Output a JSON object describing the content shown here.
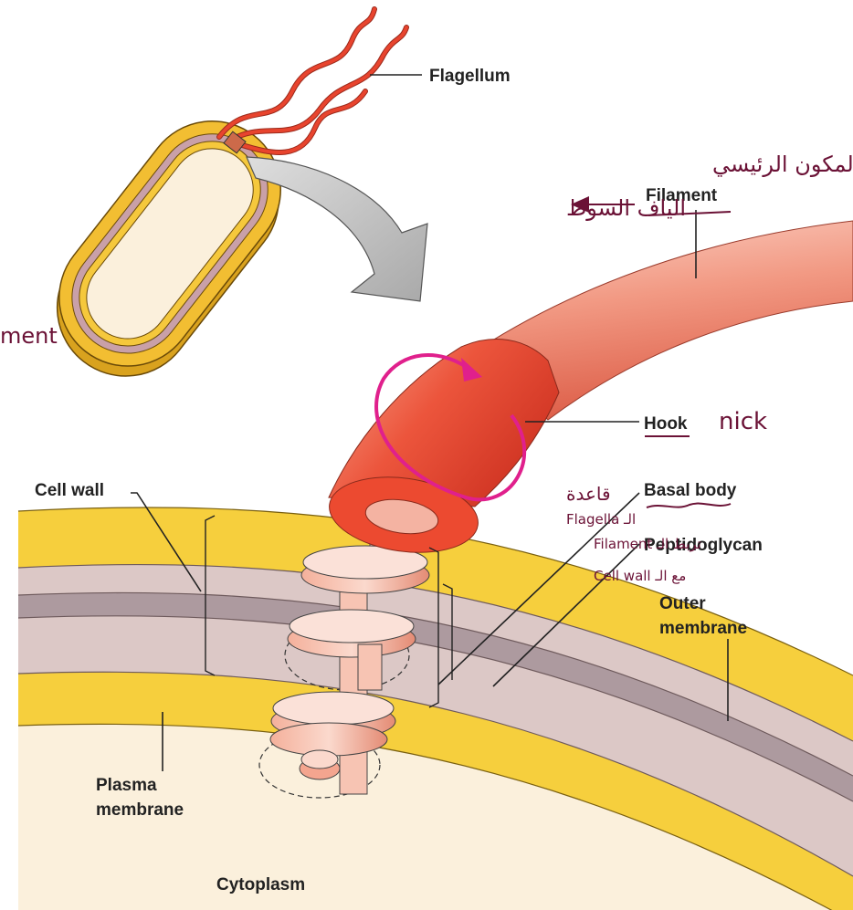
{
  "labels": {
    "flagellum": "Flagellum",
    "filament": "Filament",
    "hook": "Hook",
    "basal_body": "Basal body",
    "cell_wall": "Cell wall",
    "peptidoglycan": "Peptidoglycan",
    "outer_membrane_line1": "Outer",
    "outer_membrane_line2": "membrane",
    "plasma_membrane_line1": "Plasma",
    "plasma_membrane_line2": "membrane",
    "cytoplasm": "Cytoplasm"
  },
  "handwritten": {
    "left_edge": "ment",
    "filament_note_1": "المكون الرئيسي",
    "filament_note_2": "الياف السوط",
    "hook_note": "nick",
    "basal_note_1": "قاعدة",
    "basal_note_2": "الـ Flagella",
    "basal_note_3": "تربط الـ Filament",
    "basal_note_4": "مع الـ Cell wall"
  },
  "colors": {
    "annotation_ink": "#6b1236",
    "rotation_arrow": "#e0208c",
    "outer_membrane": "#f6cf3d",
    "peptidoglycan": "#ad9a9f",
    "periplasm": "#dcc8c6",
    "cytoplasm": "#fbf0dc",
    "filament": "#f08a72",
    "hook": "#e84a34",
    "flagellum_wave": "#e8442e"
  }
}
